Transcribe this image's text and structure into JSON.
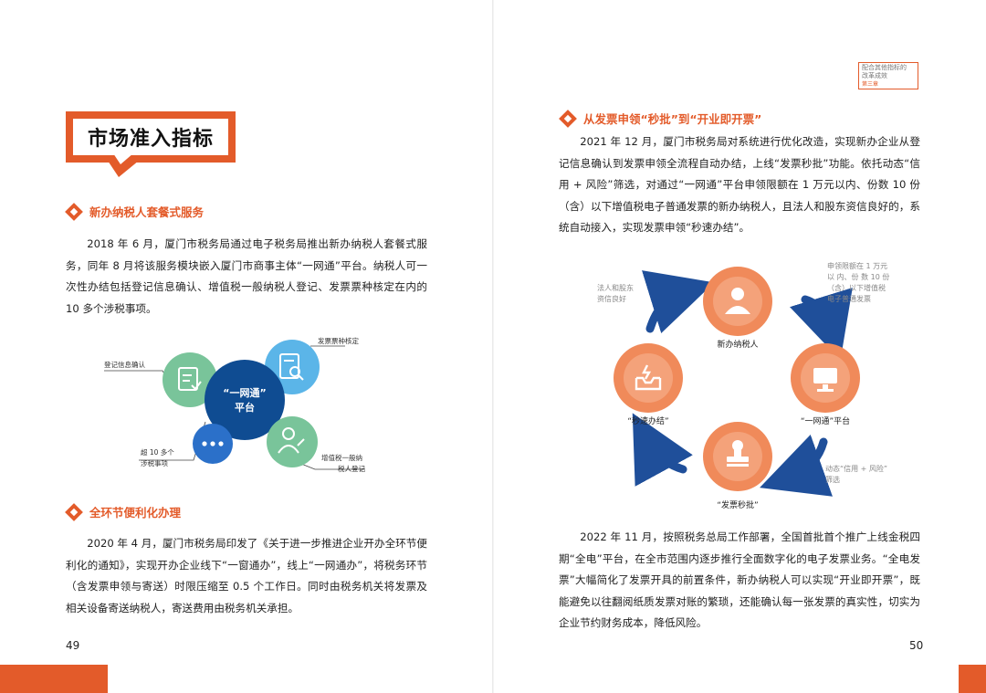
{
  "left_page": {
    "page_number": "49",
    "main_title": "市场准入指标",
    "section1": {
      "heading": "新办纳税人套餐式服务",
      "paragraph": "2018 年 6 月，厦门市税务局通过电子税务局推出新办纳税人套餐式服务，同年 8 月将该服务模块嵌入厦门市商事主体“一网通”平台。纳税人可一次性办结包括登记信息确认、增值税一般纳税人登记、发票票种核定在内的 10 多个涉税事项。"
    },
    "diagram1": {
      "center_line1": "“一网通”",
      "center_line2": "平台",
      "item_top_left": "登记信息确认",
      "item_top_right": "发票票种核定",
      "item_bottom_left_line1": "超 10 多个",
      "item_bottom_left_line2": "涉税事项",
      "item_bottom_right_line1": "增值税一般纳",
      "item_bottom_right_line2": "税人登记",
      "colors": {
        "center": "#0f4c92",
        "green": "#79c49a",
        "blue": "#5bb5e8",
        "navy": "#2b70c9"
      },
      "icons": [
        "checklist-icon",
        "invoice-search-icon",
        "dots-icon",
        "user-pen-icon"
      ]
    },
    "section2": {
      "heading": "全环节便利化办理",
      "paragraph": "2020 年 4 月，厦门市税务局印发了《关于进一步推进企业开办全环节便利化的通知》，实现开办企业线下“一窗通办”，线上“一网通办”，将税务环节（含发票申领与寄送）时限压缩至 0.5 个工作日。同时由税务机关将发票及相关设备寄送纳税人，寄送费用由税务机关承担。"
    }
  },
  "right_page": {
    "page_number": "50",
    "header_line1": "配合其他指标的",
    "header_line2": "改革成效",
    "header_chapter": "第三章",
    "section3": {
      "heading": "从发票申领“秒批”到“开业即开票”",
      "paragraph": "2021 年 12 月，厦门市税务局对系统进行优化改造，实现新办企业从登记信息确认到发票申领全流程自动办结，上线“发票秒批”功能。依托动态“信用 + 风险”筛选，对通过“一网通”平台申领限额在 1 万元以内、份数 10 份（含）以下增值税电子普通发票的新办纳税人，且法人和股东资信良好的，系统自动接入，实现发票申领“秒速办结”。"
    },
    "diagram2": {
      "node_top": "新办纳税人",
      "node_right": "“一网通”平台",
      "node_bottom": "“发票秒批”",
      "node_left": "“秒速办结”",
      "note_top_left_line1": "法人和股东",
      "note_top_left_line2": "资信良好",
      "note_top_right_line1": "申领限额在 1 万元",
      "note_top_right_line2": "以 内、份 数 10 份",
      "note_top_right_line3": "（含）以下增值税",
      "note_top_right_line4": "电子普通发票",
      "note_bottom_right_line1": "动态“信用 + 风险”",
      "note_bottom_right_line2": "筛选",
      "colors": {
        "circle": "#f08a5a",
        "circle_inner": "#f4a27a",
        "arrow": "#1f4f9a"
      },
      "icons": [
        "person-icon",
        "monitor-icon",
        "stamp-icon",
        "inbox-icon"
      ]
    },
    "section4": {
      "paragraph": "2022 年 11 月，按照税务总局工作部署，全国首批首个推广上线金税四期“全电”平台，在全市范围内逐步推行全面数字化的电子发票业务。“全电发票”大幅简化了发票开具的前置条件，新办纳税人可以实现“开业即开票”，既能避免以往翻阅纸质发票对账的繁琐，还能确认每一张发票的真实性，切实为企业节约财务成本，降低风险。"
    }
  }
}
